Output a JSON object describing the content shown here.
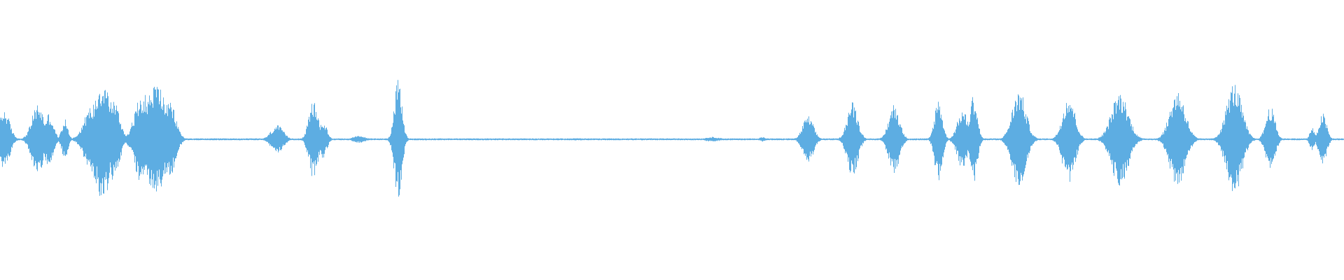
{
  "waveform": {
    "color": "#5dade2",
    "background": "#ffffff",
    "amplitude_scale": 1.0,
    "baseline_noise": 0.008,
    "bursts": [
      {
        "center": 0.003,
        "width": 0.007,
        "amp": 0.25
      },
      {
        "center": 0.028,
        "width": 0.008,
        "amp": 0.3
      },
      {
        "center": 0.036,
        "width": 0.006,
        "amp": 0.22
      },
      {
        "center": 0.048,
        "width": 0.004,
        "amp": 0.17
      },
      {
        "center": 0.068,
        "width": 0.01,
        "amp": 0.28
      },
      {
        "center": 0.076,
        "width": 0.012,
        "amp": 0.5
      },
      {
        "center": 0.084,
        "width": 0.008,
        "amp": 0.35
      },
      {
        "center": 0.106,
        "width": 0.01,
        "amp": 0.4
      },
      {
        "center": 0.116,
        "width": 0.014,
        "amp": 0.48
      },
      {
        "center": 0.126,
        "width": 0.008,
        "amp": 0.32
      },
      {
        "center": 0.206,
        "width": 0.008,
        "amp": 0.12
      },
      {
        "center": 0.233,
        "width": 0.006,
        "amp": 0.33
      },
      {
        "center": 0.24,
        "width": 0.005,
        "amp": 0.16
      },
      {
        "center": 0.267,
        "width": 0.008,
        "amp": 0.03
      },
      {
        "center": 0.296,
        "width": 0.005,
        "amp": 0.5
      },
      {
        "center": 0.43,
        "width": 0.01,
        "amp": 0.01
      },
      {
        "center": 0.53,
        "width": 0.01,
        "amp": 0.02
      },
      {
        "center": 0.567,
        "width": 0.004,
        "amp": 0.02
      },
      {
        "center": 0.601,
        "width": 0.007,
        "amp": 0.2
      },
      {
        "center": 0.634,
        "width": 0.007,
        "amp": 0.32
      },
      {
        "center": 0.665,
        "width": 0.007,
        "amp": 0.3
      },
      {
        "center": 0.698,
        "width": 0.005,
        "amp": 0.35
      },
      {
        "center": 0.716,
        "width": 0.007,
        "amp": 0.25
      },
      {
        "center": 0.724,
        "width": 0.005,
        "amp": 0.38
      },
      {
        "center": 0.758,
        "width": 0.009,
        "amp": 0.42
      },
      {
        "center": 0.795,
        "width": 0.008,
        "amp": 0.38
      },
      {
        "center": 0.833,
        "width": 0.011,
        "amp": 0.4
      },
      {
        "center": 0.876,
        "width": 0.01,
        "amp": 0.42
      },
      {
        "center": 0.918,
        "width": 0.01,
        "amp": 0.48
      },
      {
        "center": 0.945,
        "width": 0.006,
        "amp": 0.28
      },
      {
        "center": 0.976,
        "width": 0.003,
        "amp": 0.1
      },
      {
        "center": 0.984,
        "width": 0.005,
        "amp": 0.22
      }
    ]
  }
}
